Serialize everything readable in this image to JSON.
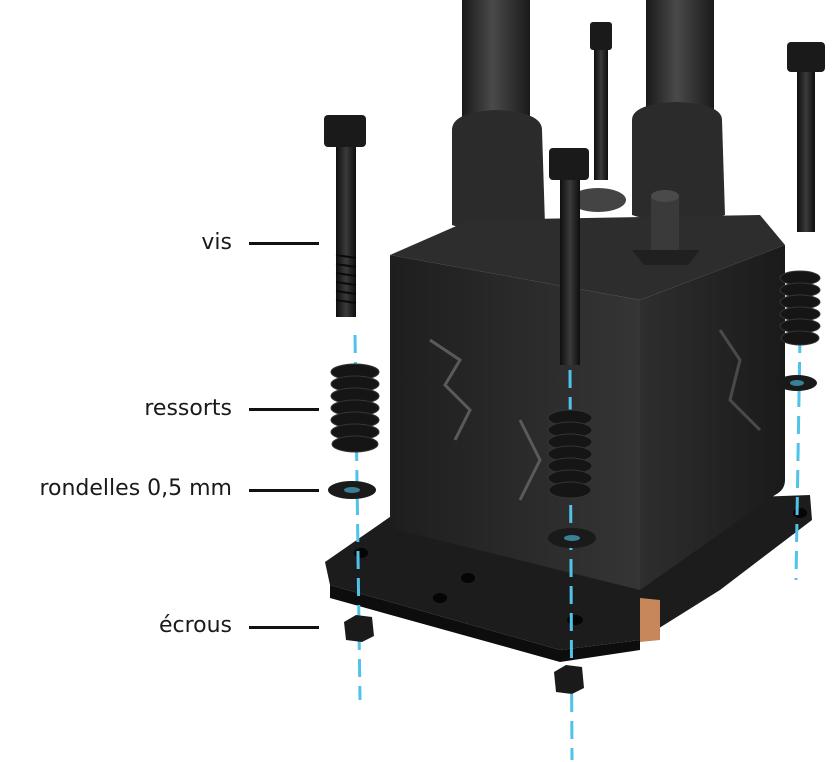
{
  "labels": {
    "screw": "vis",
    "springs": "ressorts",
    "washers": "rondelles 0,5 mm",
    "nuts": "écrous"
  },
  "colors": {
    "hardware": "#1c1c1c",
    "block": "#2a2a2a",
    "axis": "#4fc3e8",
    "copper": "#c8875a"
  }
}
